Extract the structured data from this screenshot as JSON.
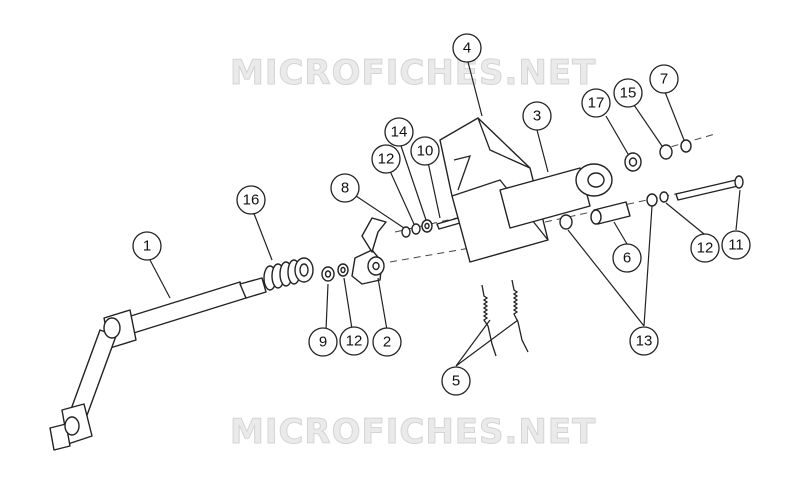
{
  "watermark": {
    "top": "MICROFICHES.NET",
    "bottom": "MICROFICHES.NET"
  },
  "callouts": {
    "c1": "1",
    "c2": "2",
    "c3": "3",
    "c4": "4",
    "c5": "5",
    "c6": "6",
    "c7": "7",
    "c8": "8",
    "c9": "9",
    "c10": "10",
    "c11": "11",
    "c12a": "12",
    "c12b": "12",
    "c12c": "12",
    "c13": "13",
    "c14": "14",
    "c15": "15",
    "c16": "16",
    "c17": "17"
  }
}
